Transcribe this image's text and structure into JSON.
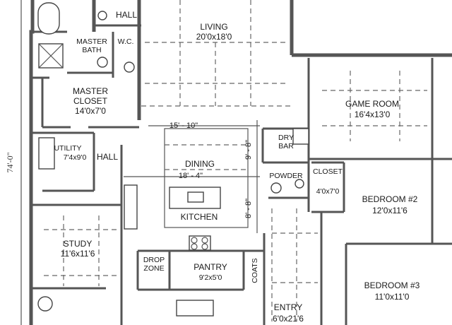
{
  "overall_dim": "74'-0\"",
  "rooms": {
    "hall_top": "HALL",
    "living": {
      "name": "LIVING",
      "size": "20'0x18'0"
    },
    "master_bath": {
      "line1": "MASTER",
      "line2": "BATH"
    },
    "wc": "W.C.",
    "master_closet": {
      "line1": "MASTER",
      "line2": "CLOSET",
      "size": "14'0x7'0"
    },
    "game_room": {
      "name": "GAME ROOM",
      "size": "16'4x13'0"
    },
    "dry_bar": {
      "line1": "DRY",
      "line2": "BAR"
    },
    "utility": {
      "name": "UTILITY",
      "size": "7'4x9'0"
    },
    "hall_mid": "HALL",
    "dining": "DINING",
    "powder": "POWDER",
    "closet": {
      "name": "CLOSET",
      "size": "4'0x7'0"
    },
    "bedroom2": {
      "name": "BEDROOM #2",
      "size": "12'0x11'6"
    },
    "kitchen": "KITCHEN",
    "study": {
      "name": "STUDY",
      "size": "11'6x11'6"
    },
    "drop_zone": {
      "line1": "DROP",
      "line2": "ZONE"
    },
    "pantry": {
      "name": "PANTRY",
      "size": "9'2x5'0"
    },
    "coats": "COATS",
    "bedroom3": {
      "name": "BEDROOM #3",
      "size": "11'0x11'0"
    },
    "entry": {
      "name": "ENTRY",
      "size": "6'0x21'6"
    }
  },
  "dims": {
    "horiz1": "15' - 10\"",
    "horiz2": "18' - 4\"",
    "vert1": "9' - 8\"",
    "vert2": "8' - 8\""
  }
}
